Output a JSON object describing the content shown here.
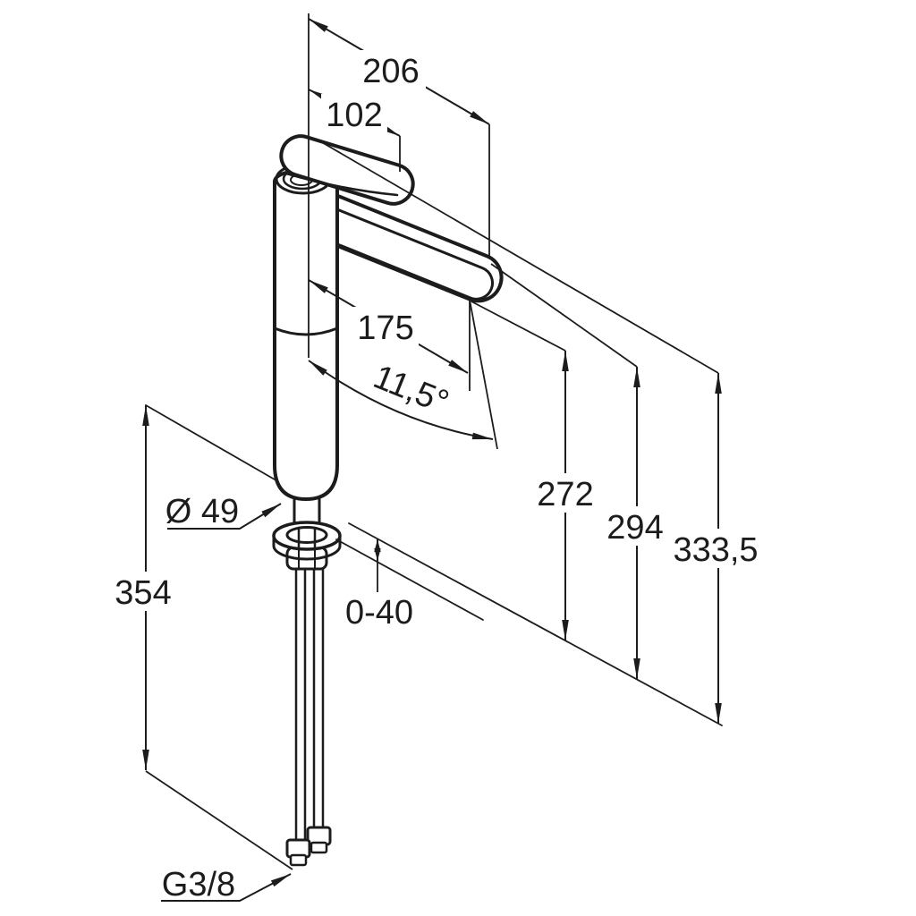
{
  "drawing": {
    "description": "Technical dimension drawing (isometric outline) of a tall single-lever basin mixer tap with flexible supply hoses",
    "background_color": "#ffffff",
    "line_color": "#1c1c1c",
    "labels": {
      "spout_reach_overall": "206",
      "handle_length": "102",
      "spout_reach": "175",
      "spout_angle": "11,5°",
      "outlet_height": "272",
      "spout_top_height": "294",
      "total_height": "333,5",
      "hose_length": "354",
      "body_diameter": "Ø 49",
      "mounting_thickness": "0-40",
      "connection_thread": "G3/8"
    }
  }
}
